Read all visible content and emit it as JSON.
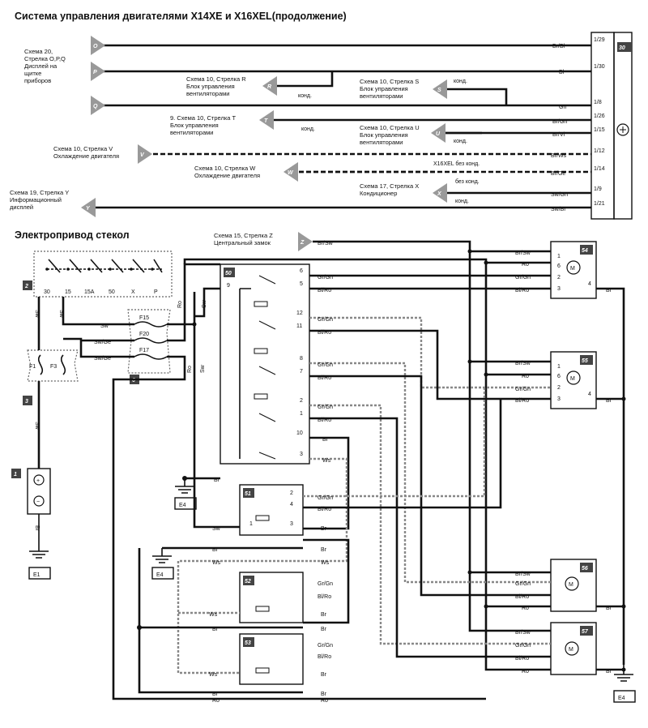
{
  "titles": {
    "top": "Система управления двигателями X14XE и X16XEL(продолжение)",
    "bottom": "Электропривод стекол"
  },
  "arrows_left": [
    "O",
    "P",
    "Q",
    "V",
    "Y"
  ],
  "arrows_mid": [
    "R",
    "S",
    "T",
    "U",
    "W",
    "X",
    "Z"
  ],
  "annotations": {
    "o": [
      "Схема 20,",
      "Стрелка O,P,Q",
      "Дисплей на",
      "щитке",
      "приборов"
    ],
    "r": [
      "Схема 10, Стрелка R",
      "Блок управления",
      "вентиляторами"
    ],
    "s": [
      "Схема 10, Стрелка S",
      "Блок управления",
      "вентиляторами"
    ],
    "t": [
      "9. Схема 10, Стрелка T",
      "Блок управления",
      "вентиляторами"
    ],
    "u": [
      "Схема 10, Стрелка U",
      "Блок управления",
      "вентиляторами"
    ],
    "v": [
      "Схема 10, Стрелка V",
      "Охлаждение двигателя"
    ],
    "w": [
      "Схема 10, Стрелка W",
      "Охлаждение двигателя"
    ],
    "x": [
      "Схема 17, Стрелка X",
      "Кондиционер"
    ],
    "y": [
      "Схема 19, Стрелка Y",
      "Информационный",
      "дисплей"
    ],
    "z": [
      "Схема 15, Стрелка Z",
      "Центральный замок"
    ]
  },
  "notes": {
    "kond_s": "конд.",
    "kond_r": "конд.",
    "kond_t": "конд.",
    "kond_u": "конд.",
    "x16xel": "X16XEL без конд.",
    "bez_kond": "без конд.",
    "kond_x": "конд."
  },
  "top_wires": [
    {
      "color": "Br/Bl",
      "pin": "1/29"
    },
    {
      "color": "Bl",
      "pin": "1/30"
    },
    {
      "color": "Gn",
      "pin": "1/8"
    },
    {
      "color": "Br/Gn",
      "pin": "1/26"
    },
    {
      "color": "Br/Vi",
      "pin": "1/15"
    },
    {
      "color": "Br/Ws",
      "pin": "1/12"
    },
    {
      "color": "Br/Ge",
      "pin": "1/14"
    },
    {
      "color": "Sw/Gn",
      "pin": "1/9"
    },
    {
      "color": "Sw/Br",
      "pin": "1/21"
    }
  ],
  "ecu_id": "30",
  "components": {
    "c1": "1",
    "c2": "2",
    "c3": "3",
    "c6": "6",
    "c50": "50",
    "c51": "51",
    "c52": "52",
    "c53": "53",
    "c54": "54",
    "c55": "55",
    "c56": "56",
    "c57": "57"
  },
  "fuses": {
    "f15": "F15",
    "f20": "F20",
    "f17": "F17",
    "f1": "F1",
    "f3": "F3"
  },
  "switch_pins": [
    "30",
    "15",
    "15A",
    "50",
    "X",
    "P"
  ],
  "grounds": {
    "e1": "E1",
    "e4a": "E4",
    "e4b": "E4",
    "e4c": "E4"
  },
  "battery_plus": "+",
  "battery_minus": "−",
  "motor": "M",
  "wires": {
    "sw": "Sw",
    "swge": "Sw/Ge",
    "ro": "Ro",
    "br": "Br",
    "ws": "Ws",
    "grgn": "Gr/Gn",
    "blro": "Bl/Ro",
    "brsw": "Br/Sw"
  },
  "pins": {
    "p50": [
      "6",
      "5",
      "12",
      "11",
      "8",
      "7",
      "2",
      "1",
      "10",
      "3",
      "9"
    ],
    "p51": [
      "2",
      "4",
      "1",
      "3"
    ],
    "motor": [
      "1",
      "6",
      "2",
      "3",
      "4"
    ]
  }
}
